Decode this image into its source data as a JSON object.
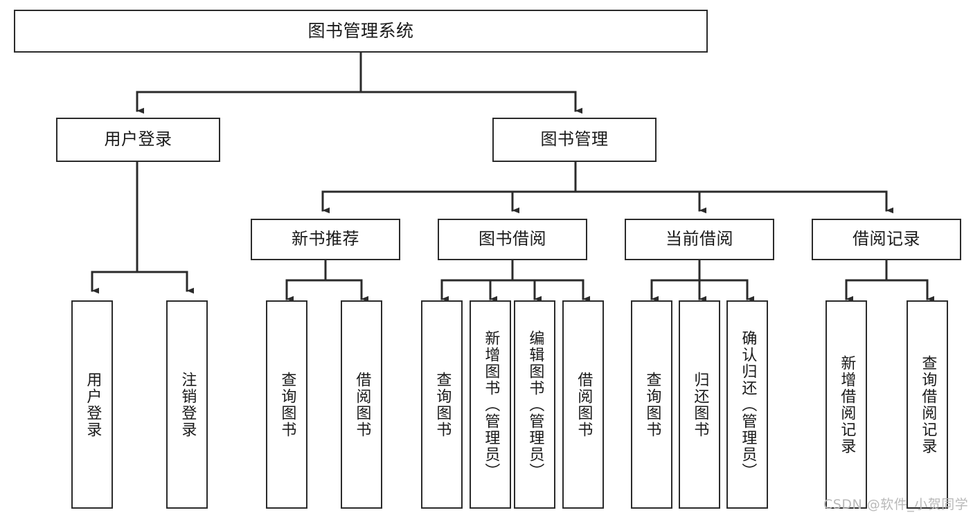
{
  "diagram": {
    "type": "tree-hierarchy",
    "title": "图书管理系统",
    "theme": {
      "background": "#ffffff",
      "box_border": "#2b2b2b",
      "box_fill": "#ffffff",
      "connector": "#2b2b2b",
      "text": "#1a1a1a",
      "watermark": "#b9b9b9"
    },
    "nodes": {
      "root": {
        "label": "图书管理系统"
      },
      "level2": [
        {
          "id": "user-login",
          "label": "用户登录"
        },
        {
          "id": "book-manage",
          "label": "图书管理"
        }
      ],
      "level3": [
        {
          "id": "new-book-recommend",
          "label": "新书推荐"
        },
        {
          "id": "book-borrow",
          "label": "图书借阅"
        },
        {
          "id": "current-borrow",
          "label": "当前借阅"
        },
        {
          "id": "borrow-record",
          "label": "借阅记录"
        }
      ],
      "leaves": {
        "user-login": [
          {
            "id": "leaf-user-login",
            "label": "用户登录"
          },
          {
            "id": "leaf-logout",
            "label": "注销登录"
          }
        ],
        "new-book-recommend": [
          {
            "id": "leaf-query-book-1",
            "label": "查询图书"
          },
          {
            "id": "leaf-borrow-book-1",
            "label": "借阅图书"
          }
        ],
        "book-borrow": [
          {
            "id": "leaf-query-book-2",
            "label": "查询图书"
          },
          {
            "id": "leaf-add-book",
            "label": "新增图书（管理员）"
          },
          {
            "id": "leaf-edit-book",
            "label": "编辑图书（管理员）"
          },
          {
            "id": "leaf-borrow-book-2",
            "label": "借阅图书"
          }
        ],
        "current-borrow": [
          {
            "id": "leaf-query-book-3",
            "label": "查询图书"
          },
          {
            "id": "leaf-return-book",
            "label": "归还图书"
          },
          {
            "id": "leaf-confirm-return",
            "label": "确认归还（管理员）"
          }
        ],
        "borrow-record": [
          {
            "id": "leaf-add-record",
            "label": "新增借阅记录"
          },
          {
            "id": "leaf-query-record",
            "label": "查询借阅记录"
          }
        ]
      }
    },
    "watermark": "CSDN @软件_小贺同学"
  }
}
